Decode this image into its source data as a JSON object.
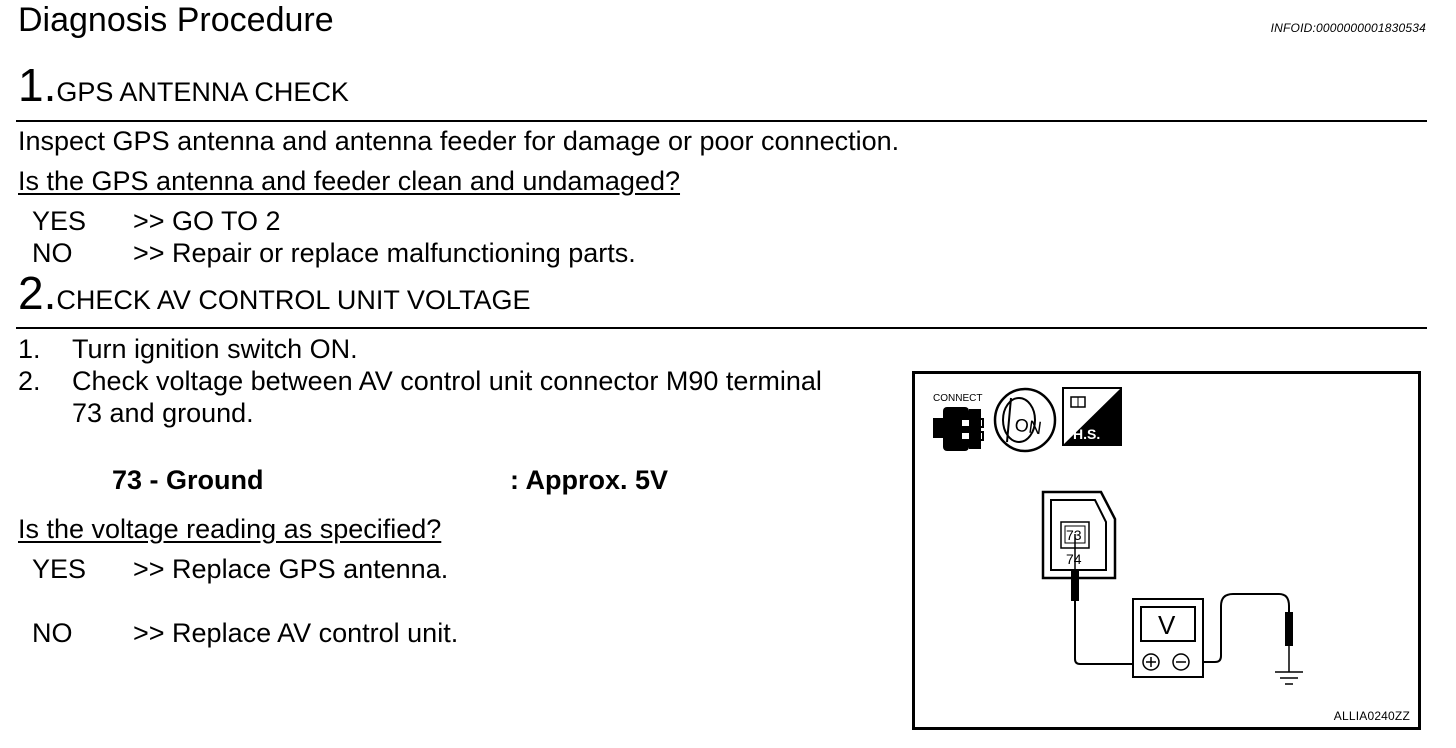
{
  "header": {
    "title": "Diagnosis Procedure",
    "info_id": "INFOID:0000000001830534"
  },
  "step1": {
    "number": "1.",
    "title": "GPS ANTENNA CHECK",
    "instruction": "Inspect GPS antenna and antenna feeder for damage or poor connection.",
    "question": "Is the GPS antenna and feeder clean and undamaged?",
    "yes_label": "YES",
    "yes_action": ">> GO TO 2",
    "no_label": "NO",
    "no_action": ">> Repair or replace malfunctioning parts."
  },
  "step2": {
    "number": "2.",
    "title": "CHECK AV CONTROL UNIT VOLTAGE",
    "items": [
      {
        "num": "1.",
        "text": "Turn ignition switch ON."
      },
      {
        "num": "2.",
        "text_line1": "Check voltage between AV control unit connector M90 terminal",
        "text_line2": "73 and ground."
      }
    ],
    "spec_label": "73 - Ground",
    "spec_value": ": Approx. 5V",
    "question": "Is the voltage reading as specified?",
    "yes_label": "YES",
    "yes_action": ">> Replace GPS antenna.",
    "no_label": "NO",
    "no_action": ">> Replace AV control unit."
  },
  "figure": {
    "connect_label": "CONNECT",
    "on_label": "ON",
    "hs_label": "H.S.",
    "terminal_top": "73",
    "terminal_bottom": "74",
    "meter_label": "V",
    "plus_symbol": "+",
    "minus_symbol": "−",
    "code": "ALLIA0240ZZ"
  }
}
